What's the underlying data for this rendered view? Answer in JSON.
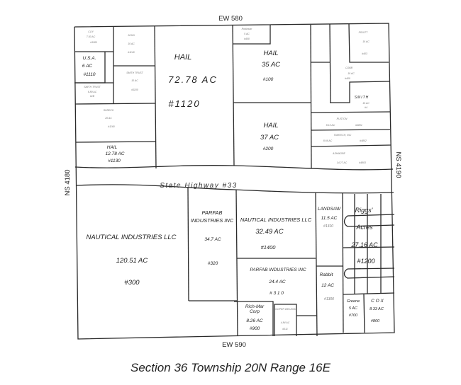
{
  "boundaries": {
    "north": "EW 580",
    "south": "EW 590",
    "west": "NS 4180",
    "east": "NS 4190"
  },
  "road": "State Highway #33",
  "caption": "Section 36 Township 20N Range 16E",
  "parcels": {
    "coy": {
      "owner": "COY",
      "area": "7.50 AC",
      "id": "#1180"
    },
    "john": {
      "owner": "JOHN",
      "area": "10 AC",
      "id": "#1140"
    },
    "usa": {
      "owner": "U.S.A.",
      "area": "6 AC",
      "id": "#1110"
    },
    "smith_trust_a": {
      "owner": "SMITH TRUST",
      "area": "10 AC",
      "id": "#1100"
    },
    "smith_trust_b": {
      "owner": "SMITH TRUST",
      "area": "6.89 AC",
      "id": "#1B"
    },
    "shreck": {
      "owner": "SHRECK",
      "area": "20 AC",
      "id": "#1160"
    },
    "hail_1130": {
      "owner": "HAIL",
      "area": "12.78 AC",
      "id": "#1130"
    },
    "hail_1120": {
      "owner": "HAIL",
      "area": "72.78 AC",
      "id": "#1120"
    },
    "robinson": {
      "owner": "Robinson",
      "area": "5 AC",
      "id": "#400"
    },
    "hail_100": {
      "owner": "HAIL",
      "area": "35 AC",
      "id": "#100"
    },
    "hail_200": {
      "owner": "HAIL",
      "area": "37 AC",
      "id": "#200"
    },
    "pruitt": {
      "owner": "PRUITT",
      "area": "10 AC",
      "id": "#403"
    },
    "cobb": {
      "owner": "COBB",
      "area": "10 AC",
      "id": "#400"
    },
    "smith": {
      "owner": "SMITH",
      "area": "10 AC",
      "id": "#4"
    },
    "ruston": {
      "owner": "RUSTON",
      "area": "8.10 AC",
      "id": "#4801"
    },
    "tamtech": {
      "owner": "TAMTECH, INC",
      "area": "8.66 AC",
      "id": "#4802"
    },
    "ashmore": {
      "owner": "ASHMORE",
      "area": "14.27 AC",
      "id": "#4803"
    },
    "nautical_300": {
      "owner": "NAUTICAL INDUSTRIES LLC",
      "area": "120.51 AC",
      "id": "#300"
    },
    "parfab_320": {
      "owner": "PARFAB INDUSTRIES INC",
      "area": "34.7 AC",
      "id": "#320"
    },
    "nautical_1400": {
      "owner": "NAUTICAL INDUSTRIES LLC",
      "area": "32.49 AC",
      "id": "#1400"
    },
    "parfab_310": {
      "owner": "PARFAB INDUSTRIES INC",
      "area": "24.4 AC",
      "id": "# 3 1 0"
    },
    "landsaw": {
      "owner": "LANDSAW",
      "area": "11.5 AC",
      "id": "#1310"
    },
    "rabbit": {
      "owner": "Rabbit",
      "area": "12 AC",
      "id": "#1300"
    },
    "riggs": {
      "owner1": "Riggs'",
      "owner2": "Acres",
      "area": "27.16 AC",
      "id": "#1200"
    },
    "richmar": {
      "owner": "Rich-Mar Corp",
      "area": "8.26 AC",
      "id": "#900"
    },
    "cooper": {
      "owner": "COOPER WELDING",
      "area": "4.84 AC",
      "id": "#311"
    },
    "greene": {
      "owner": "Greene",
      "area": "5 AC",
      "id": "#700"
    },
    "cox": {
      "owner": "C O X",
      "area": "8.33 AC",
      "id": "#800"
    }
  }
}
